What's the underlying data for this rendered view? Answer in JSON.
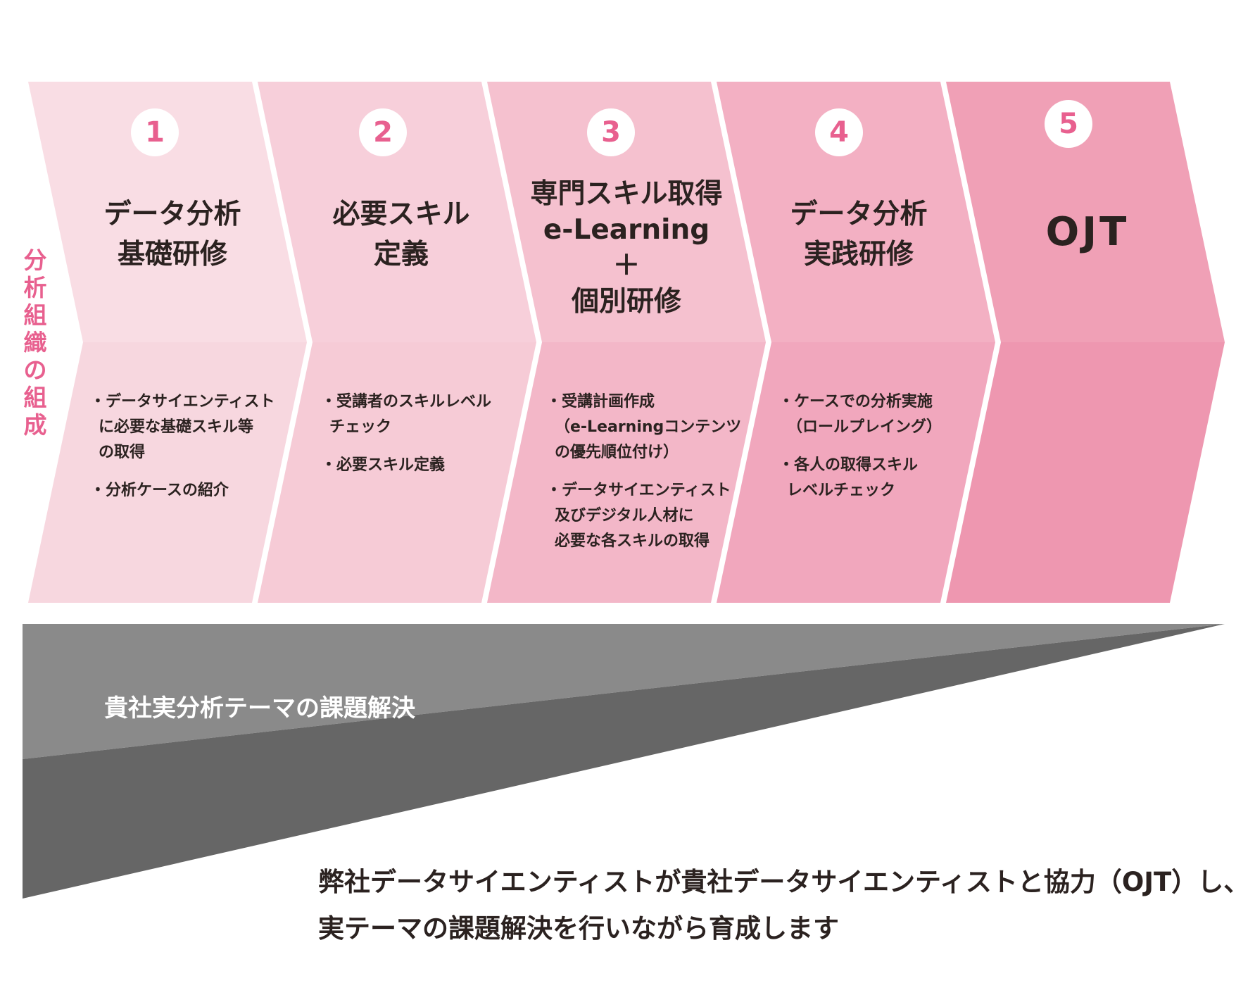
{
  "side_label": [
    "分",
    "析",
    "組",
    "織",
    "の",
    "組",
    "成"
  ],
  "steps": [
    {
      "number": "1",
      "title": [
        "データ分析",
        "基礎研修"
      ],
      "bullets": [
        [
          "・データサイエンティスト",
          "に必要な基礎スキル等",
          "の取得"
        ],
        [
          "・分析ケースの紹介"
        ]
      ]
    },
    {
      "number": "2",
      "title": [
        "必要スキル",
        "定義"
      ],
      "bullets": [
        [
          "・受講者のスキルレベル",
          "チェック"
        ],
        [
          "・必要スキル定義"
        ]
      ]
    },
    {
      "number": "3",
      "title": [
        "専門スキル取得",
        "e-Learning",
        "＋",
        "個別研修"
      ],
      "bullets": [
        [
          "・受講計画作成",
          "（e-Learningコンテンツ",
          "の優先順位付け）"
        ],
        [
          "・データサイエンティスト",
          "及びデジタル人材に",
          "必要な各スキルの取得"
        ]
      ]
    },
    {
      "number": "4",
      "title": [
        "データ分析",
        "実践研修"
      ],
      "bullets": [
        [
          "・ケースでの分析実施",
          "（ロールプレイング）"
        ],
        [
          "・各人の取得スキル",
          "レベルチェック"
        ]
      ]
    },
    {
      "number": "5",
      "title": [
        "OJT"
      ],
      "bullets": []
    }
  ],
  "wedge_label": "貴社実分析テーマの課題解決",
  "bottom_text": [
    "弊社データサイエンティストが貴社データサイエンティストと協力（OJT）し、",
    "実テーマの課題解決を行いながら育成します"
  ],
  "colors": {
    "accent": "#e8608f",
    "step_top": [
      "#f9dde4",
      "#f7cfda",
      "#f5c1cf",
      "#f3b0c3",
      "#f0a0b6"
    ],
    "step_bottom": [
      "#f7d7df",
      "#f6cbd6",
      "#f3b7c8",
      "#f1a7bd",
      "#ee97b0"
    ],
    "wedge_light": "#8a8a8a",
    "wedge_dark": "#666666",
    "text": "#2b2220"
  }
}
